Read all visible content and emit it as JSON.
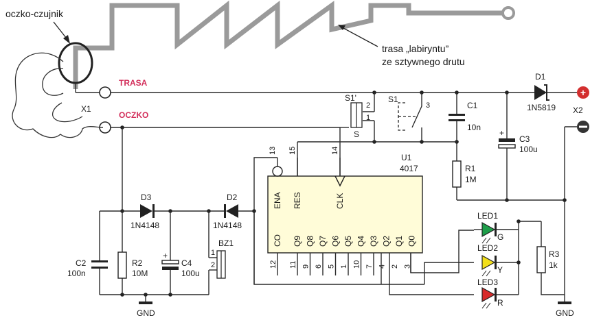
{
  "annotations": {
    "sensor_loop": "oczko-czujnik",
    "maze_path": "trasa „labiryntu”",
    "maze_path_2": "ze sztywnego drutu"
  },
  "nets": {
    "trasa": "TRASA",
    "oczko": "OCZKO"
  },
  "connectors": {
    "x1": "X1",
    "x2": "X2",
    "gnd_left": "GND",
    "gnd_right": "GND"
  },
  "components": {
    "d1": {
      "ref": "D1",
      "value": "1N5819"
    },
    "d2": {
      "ref": "D2",
      "value": "1N4148"
    },
    "d3": {
      "ref": "D3",
      "value": "1N4148"
    },
    "c1": {
      "ref": "C1",
      "value": "10n"
    },
    "c2": {
      "ref": "C2",
      "value": "100n"
    },
    "c3": {
      "ref": "C3",
      "value": "100u"
    },
    "c4": {
      "ref": "C4",
      "value": "100u"
    },
    "r1": {
      "ref": "R1",
      "value": "1M"
    },
    "r2": {
      "ref": "R2",
      "value": "10M"
    },
    "r3": {
      "ref": "R3",
      "value": "1k"
    },
    "s1": {
      "ref": "S1",
      "pin": "3"
    },
    "s1p": {
      "ref": "S1'",
      "pin_top": "2",
      "pin_bottom": "1",
      "label": "S"
    },
    "bz1": {
      "ref": "BZ1",
      "pin_top": "1",
      "pin_bottom": "2"
    },
    "led1": {
      "ref": "LED1",
      "color_letter": "G",
      "color": "#1e9e4a"
    },
    "led2": {
      "ref": "LED2",
      "color_letter": "Y",
      "color": "#f2df1a"
    },
    "led3": {
      "ref": "LED3",
      "color_letter": "R",
      "color": "#d82a2a"
    },
    "u1": {
      "ref": "U1",
      "value": "4017",
      "fill": "#fffcd8",
      "top_pins": [
        {
          "num": "13",
          "name": "ENA"
        },
        {
          "num": "15",
          "name": "RES"
        },
        {
          "num": "14",
          "name": "CLK"
        }
      ],
      "bottom_pins": [
        {
          "num": "12",
          "name": "CO"
        },
        {
          "num": "11",
          "name": "Q9"
        },
        {
          "num": "9",
          "name": "Q8"
        },
        {
          "num": "6",
          "name": "Q7"
        },
        {
          "num": "5",
          "name": "Q6"
        },
        {
          "num": "1",
          "name": "Q5"
        },
        {
          "num": "10",
          "name": "Q4"
        },
        {
          "num": "7",
          "name": "Q3"
        },
        {
          "num": "4",
          "name": "Q2"
        },
        {
          "num": "2",
          "name": "Q1"
        },
        {
          "num": "3",
          "name": "Q0"
        }
      ]
    }
  },
  "colors": {
    "wire": "#2a2a2a",
    "maze": "#9a9a9a",
    "power_plus": "#d32f2f",
    "power_minus": "#333333"
  }
}
